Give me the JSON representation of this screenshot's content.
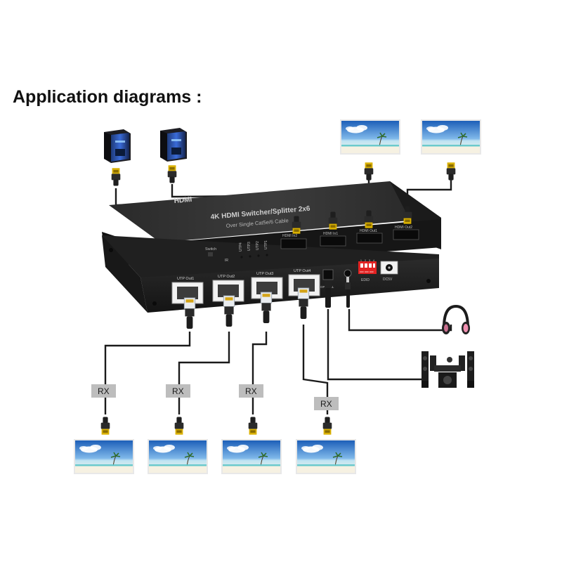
{
  "title": "Application diagrams :",
  "device": {
    "logo": "HDMI",
    "model_line1": "4K HDMI Switcher/Splitter 2x6",
    "model_line2": "Over Single Cat5e/6 Cable",
    "switch_label": "Switch",
    "ir_label": "IR",
    "dc_label": "DC5V",
    "edid_label": "EDID",
    "dip_numbers": [
      "1",
      "2",
      "3",
      "4"
    ],
    "dip_off": [
      "OFF",
      "OFF",
      "OFF"
    ],
    "optical_label": "OPTICAL",
    "hdmi_in2": "HDMI In2",
    "hdmi_in1": "HDMI In1",
    "hdmi_out1": "HDMI Out1",
    "hdmi_out2": "HDMI Out2",
    "utp_leds": [
      "UTP4",
      "UTP3",
      "UTP2",
      "UTP1"
    ],
    "utp_ports": [
      "UTP Out1",
      "UTP Out2",
      "UTP Out3",
      "UTP Out4"
    ]
  },
  "receivers": [
    "RX",
    "RX",
    "RX",
    "RX"
  ],
  "colors": {
    "device_body": "#1f1f1f",
    "screen_sky": "#2f76c8",
    "cable": "#1a1a1a",
    "headphone_accent": "#f08fb0"
  },
  "icons": [
    "pc-tower-icon",
    "monitor-icon",
    "headphones-icon",
    "speaker-system-icon",
    "hdmi-connector-icon",
    "rj45-connector-icon"
  ]
}
